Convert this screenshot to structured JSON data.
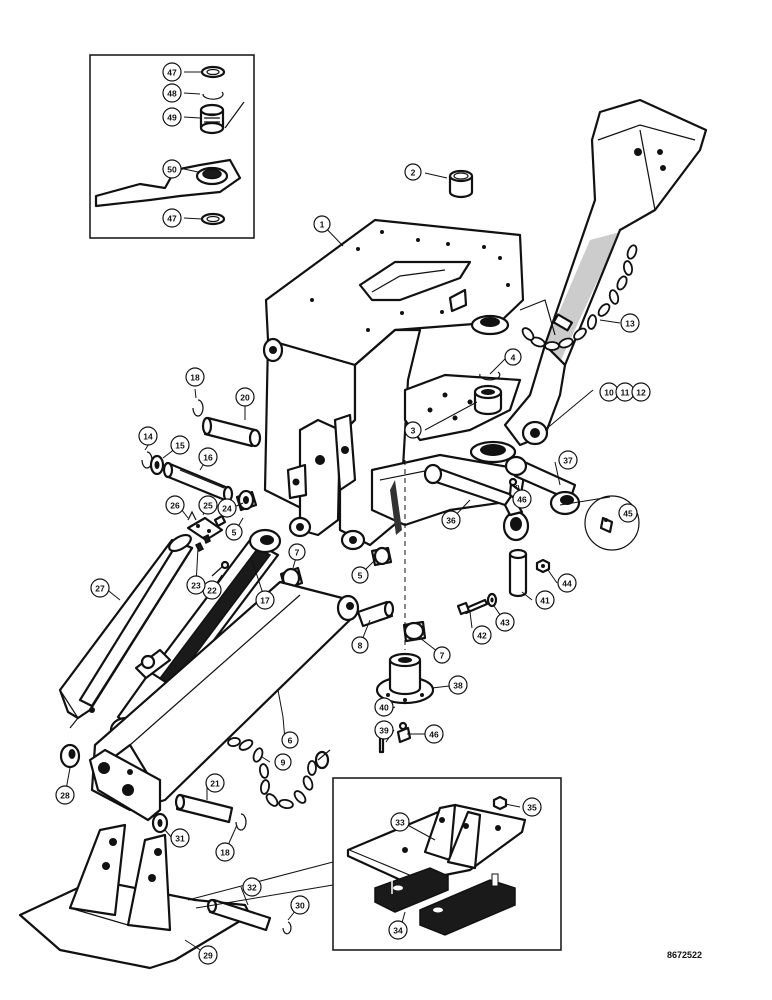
{
  "drawing_number": "8672522",
  "callouts": [
    {
      "label": "1"
    },
    {
      "label": "2"
    },
    {
      "label": "3"
    },
    {
      "label": "4"
    },
    {
      "label": "5"
    },
    {
      "label": "5"
    },
    {
      "label": "6"
    },
    {
      "label": "7"
    },
    {
      "label": "7"
    },
    {
      "label": "8"
    },
    {
      "label": "9"
    },
    {
      "label": "10"
    },
    {
      "label": "11"
    },
    {
      "label": "12"
    },
    {
      "label": "13"
    },
    {
      "label": "14"
    },
    {
      "label": "15"
    },
    {
      "label": "16"
    },
    {
      "label": "17"
    },
    {
      "label": "18"
    },
    {
      "label": "18"
    },
    {
      "label": "20"
    },
    {
      "label": "21"
    },
    {
      "label": "22"
    },
    {
      "label": "23"
    },
    {
      "label": "24"
    },
    {
      "label": "25"
    },
    {
      "label": "26"
    },
    {
      "label": "27"
    },
    {
      "label": "28"
    },
    {
      "label": "29"
    },
    {
      "label": "30"
    },
    {
      "label": "31"
    },
    {
      "label": "32"
    },
    {
      "label": "33"
    },
    {
      "label": "34"
    },
    {
      "label": "35"
    },
    {
      "label": "36"
    },
    {
      "label": "37"
    },
    {
      "label": "38"
    },
    {
      "label": "39"
    },
    {
      "label": "40"
    },
    {
      "label": "41"
    },
    {
      "label": "42"
    },
    {
      "label": "43"
    },
    {
      "label": "44"
    },
    {
      "label": "45"
    },
    {
      "label": "46"
    },
    {
      "label": "46"
    },
    {
      "label": "47"
    },
    {
      "label": "47"
    },
    {
      "label": "48"
    },
    {
      "label": "49"
    },
    {
      "label": "50"
    }
  ]
}
